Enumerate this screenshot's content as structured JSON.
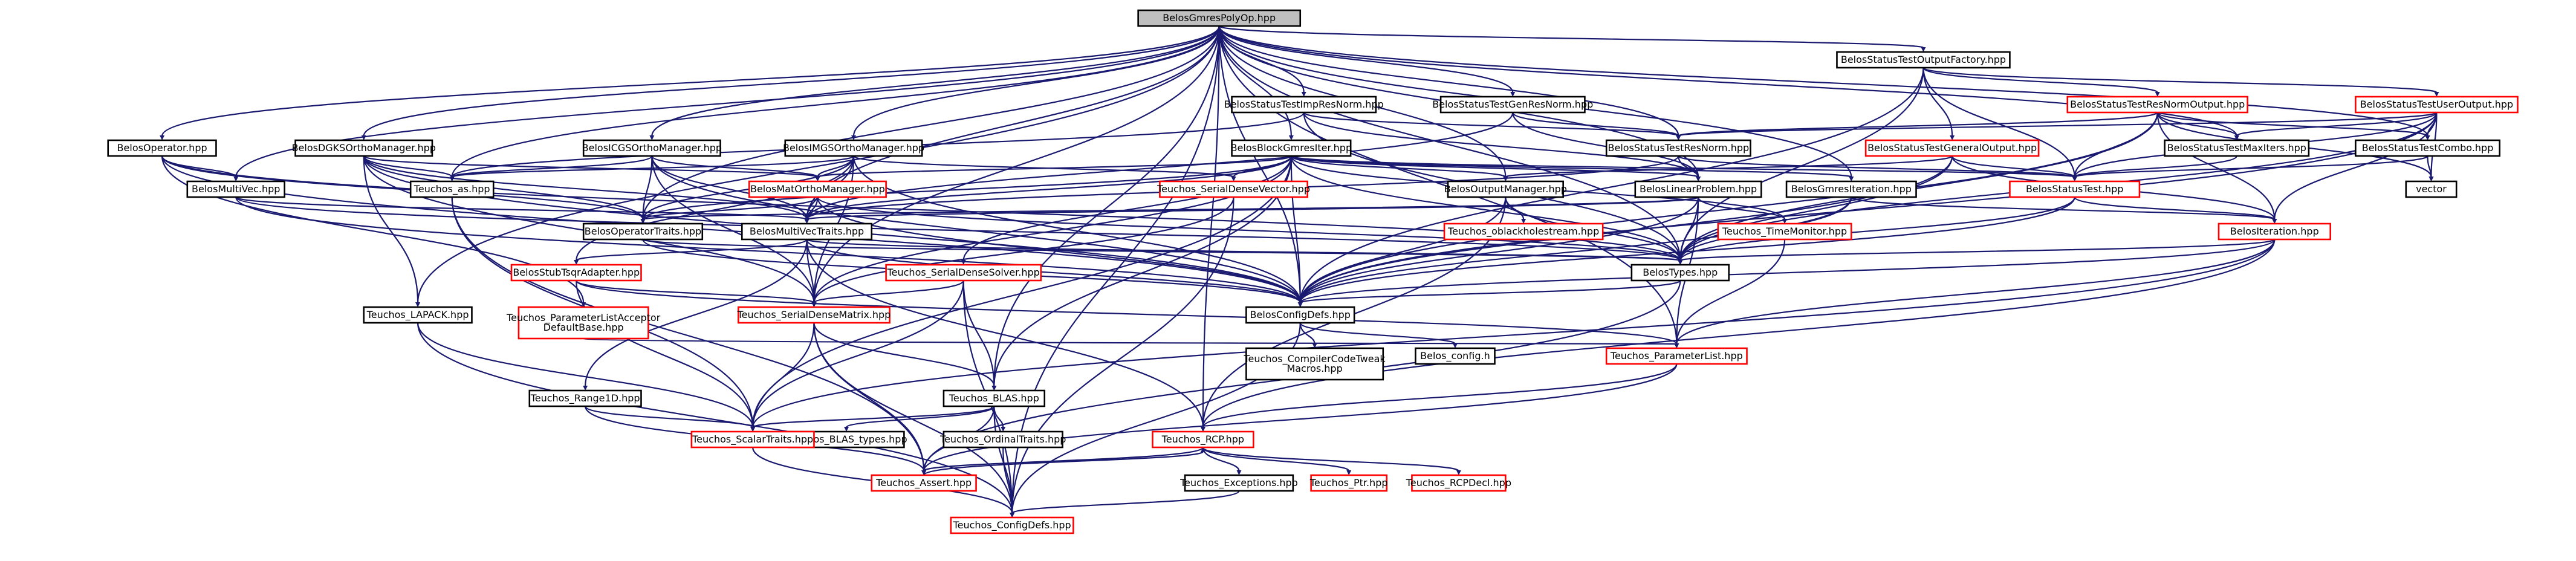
{
  "graph": {
    "colors": {
      "background": "#ffffff",
      "root_fill": "#bfbfbf",
      "node_fill": "#ffffff",
      "normal_border": "#000000",
      "incomplete_border": "#ff0000",
      "edge": "#191970",
      "text": "#000000"
    },
    "nodes": [
      {
        "id": "root",
        "label": [
          "BelosGmresPolyOp.hpp"
        ],
        "kind": "root"
      },
      {
        "id": "stof",
        "label": [
          "BelosStatusTestOutputFactory.hpp"
        ],
        "kind": "normal"
      },
      {
        "id": "stio",
        "label": [
          "BelosStatusTestImpResNorm.hpp"
        ],
        "kind": "normal"
      },
      {
        "id": "stgr",
        "label": [
          "BelosStatusTestGenResNorm.hpp"
        ],
        "kind": "normal"
      },
      {
        "id": "strno",
        "label": [
          "BelosStatusTestResNormOutput.hpp"
        ],
        "kind": "red"
      },
      {
        "id": "stuo",
        "label": [
          "BelosStatusTestUserOutput.hpp"
        ],
        "kind": "red"
      },
      {
        "id": "op",
        "label": [
          "BelosOperator.hpp"
        ],
        "kind": "normal"
      },
      {
        "id": "dgks",
        "label": [
          "BelosDGKSOrthoManager.hpp"
        ],
        "kind": "normal"
      },
      {
        "id": "cgs",
        "label": [
          "BelosICGSOrthoManager.hpp"
        ],
        "kind": "normal"
      },
      {
        "id": "imgs",
        "label": [
          "BelosIMGSOrthoManager.hpp"
        ],
        "kind": "normal"
      },
      {
        "id": "bgi",
        "label": [
          "BelosBlockGmresIter.hpp"
        ],
        "kind": "normal"
      },
      {
        "id": "strn",
        "label": [
          "BelosStatusTestResNorm.hpp"
        ],
        "kind": "normal"
      },
      {
        "id": "stgo",
        "label": [
          "BelosStatusTestGeneralOutput.hpp"
        ],
        "kind": "red"
      },
      {
        "id": "stm",
        "label": [
          "BelosStatusTestMaxIters.hpp"
        ],
        "kind": "normal"
      },
      {
        "id": "stc",
        "label": [
          "BelosStatusTestCombo.hpp"
        ],
        "kind": "normal"
      },
      {
        "id": "mv",
        "label": [
          "BelosMultiVec.hpp"
        ],
        "kind": "normal"
      },
      {
        "id": "as",
        "label": [
          "Teuchos_as.hpp"
        ],
        "kind": "normal"
      },
      {
        "id": "mom",
        "label": [
          "BelosMatOrthoManager.hpp"
        ],
        "kind": "red"
      },
      {
        "id": "sdv",
        "label": [
          "Teuchos_SerialDenseVector.hpp"
        ],
        "kind": "red"
      },
      {
        "id": "omgr",
        "label": [
          "BelosOutputManager.hpp"
        ],
        "kind": "normal"
      },
      {
        "id": "lp",
        "label": [
          "BelosLinearProblem.hpp"
        ],
        "kind": "normal"
      },
      {
        "id": "gi",
        "label": [
          "BelosGmresIteration.hpp"
        ],
        "kind": "normal"
      },
      {
        "id": "st",
        "label": [
          "BelosStatusTest.hpp"
        ],
        "kind": "red"
      },
      {
        "id": "vec",
        "label": [
          "vector"
        ],
        "kind": "plain"
      },
      {
        "id": "opt",
        "label": [
          "BelosOperatorTraits.hpp"
        ],
        "kind": "normal"
      },
      {
        "id": "mvt",
        "label": [
          "BelosMultiVecTraits.hpp"
        ],
        "kind": "normal"
      },
      {
        "id": "obs",
        "label": [
          "Teuchos_oblackholestream.hpp"
        ],
        "kind": "red"
      },
      {
        "id": "tm",
        "label": [
          "Teuchos_TimeMonitor.hpp"
        ],
        "kind": "red"
      },
      {
        "id": "it",
        "label": [
          "BelosIteration.hpp"
        ],
        "kind": "red"
      },
      {
        "id": "sta",
        "label": [
          "BelosStubTsqrAdapter.hpp"
        ],
        "kind": "red"
      },
      {
        "id": "sds",
        "label": [
          "Teuchos_SerialDenseSolver.hpp"
        ],
        "kind": "red"
      },
      {
        "id": "types",
        "label": [
          "BelosTypes.hpp"
        ],
        "kind": "normal"
      },
      {
        "id": "lapack",
        "label": [
          "Teuchos_LAPACK.hpp"
        ],
        "kind": "normal"
      },
      {
        "id": "plad",
        "label": [
          "Teuchos_ParameterListAcceptor",
          "DefaultBase.hpp"
        ],
        "kind": "red"
      },
      {
        "id": "sdm",
        "label": [
          "Teuchos_SerialDenseMatrix.hpp"
        ],
        "kind": "red"
      },
      {
        "id": "cfg",
        "label": [
          "BelosConfigDefs.hpp"
        ],
        "kind": "normal"
      },
      {
        "id": "ctm",
        "label": [
          "Teuchos_CompilerCodeTweak",
          "Macros.hpp"
        ],
        "kind": "plain"
      },
      {
        "id": "bcfg",
        "label": [
          "Belos_config.h"
        ],
        "kind": "plain"
      },
      {
        "id": "pl",
        "label": [
          "Teuchos_ParameterList.hpp"
        ],
        "kind": "red"
      },
      {
        "id": "r1d",
        "label": [
          "Teuchos_Range1D.hpp"
        ],
        "kind": "normal"
      },
      {
        "id": "blas",
        "label": [
          "Teuchos_BLAS.hpp"
        ],
        "kind": "normal"
      },
      {
        "id": "btypes",
        "label": [
          "Teuchos_BLAS_types.hpp"
        ],
        "kind": "normal"
      },
      {
        "id": "ot",
        "label": [
          "Teuchos_OrdinalTraits.hpp"
        ],
        "kind": "normal"
      },
      {
        "id": "sct",
        "label": [
          "Teuchos_ScalarTraits.hpp"
        ],
        "kind": "red"
      },
      {
        "id": "rcp",
        "label": [
          "Teuchos_RCP.hpp"
        ],
        "kind": "red"
      },
      {
        "id": "exc",
        "label": [
          "Teuchos_Exceptions.hpp"
        ],
        "kind": "normal"
      },
      {
        "id": "ptr",
        "label": [
          "Teuchos_Ptr.hpp"
        ],
        "kind": "red"
      },
      {
        "id": "rcpd",
        "label": [
          "Teuchos_RCPDecl.hpp"
        ],
        "kind": "red"
      },
      {
        "id": "assert",
        "label": [
          "Teuchos_Assert.hpp"
        ],
        "kind": "red"
      },
      {
        "id": "tcd",
        "label": [
          "Teuchos_ConfigDefs.hpp"
        ],
        "kind": "red"
      }
    ],
    "edges": [
      [
        "root",
        "stof"
      ],
      [
        "root",
        "stio"
      ],
      [
        "root",
        "stgr"
      ],
      [
        "root",
        "stm"
      ],
      [
        "root",
        "stc"
      ],
      [
        "root",
        "op"
      ],
      [
        "root",
        "dgks"
      ],
      [
        "root",
        "cgs"
      ],
      [
        "root",
        "imgs"
      ],
      [
        "root",
        "bgi"
      ],
      [
        "root",
        "strn"
      ],
      [
        "root",
        "mv"
      ],
      [
        "root",
        "as"
      ],
      [
        "root",
        "opt"
      ],
      [
        "root",
        "mvt"
      ],
      [
        "root",
        "lp"
      ],
      [
        "root",
        "gi"
      ],
      [
        "root",
        "types"
      ],
      [
        "root",
        "cfg"
      ],
      [
        "root",
        "lapack"
      ],
      [
        "root",
        "blas"
      ],
      [
        "root",
        "rcp"
      ],
      [
        "root",
        "sdm"
      ],
      [
        "root",
        "omgr"
      ],
      [
        "root",
        "pl"
      ],
      [
        "root",
        "tcd"
      ],
      [
        "stof",
        "strno"
      ],
      [
        "stof",
        "stuo"
      ],
      [
        "stof",
        "stgo"
      ],
      [
        "stof",
        "st"
      ],
      [
        "stof",
        "types"
      ],
      [
        "stof",
        "cfg"
      ],
      [
        "stio",
        "strn"
      ],
      [
        "stio",
        "as"
      ],
      [
        "stio",
        "types"
      ],
      [
        "stio",
        "lp"
      ],
      [
        "stgr",
        "strn"
      ],
      [
        "stgr",
        "lp"
      ],
      [
        "stgr",
        "mvt"
      ],
      [
        "strno",
        "strn"
      ],
      [
        "strno",
        "stm"
      ],
      [
        "strno",
        "stc"
      ],
      [
        "strno",
        "st"
      ],
      [
        "strno",
        "it"
      ],
      [
        "strno",
        "types"
      ],
      [
        "strno",
        "cfg"
      ],
      [
        "strno",
        "vec"
      ],
      [
        "stuo",
        "strn"
      ],
      [
        "stuo",
        "stm"
      ],
      [
        "stuo",
        "stc"
      ],
      [
        "stuo",
        "st"
      ],
      [
        "stuo",
        "it"
      ],
      [
        "stuo",
        "types"
      ],
      [
        "stuo",
        "cfg"
      ],
      [
        "stuo",
        "vec"
      ],
      [
        "op",
        "mv"
      ],
      [
        "op",
        "opt"
      ],
      [
        "op",
        "types"
      ],
      [
        "op",
        "cfg"
      ],
      [
        "op",
        "plad"
      ],
      [
        "dgks",
        "as"
      ],
      [
        "dgks",
        "mom"
      ],
      [
        "dgks",
        "opt"
      ],
      [
        "dgks",
        "mvt"
      ],
      [
        "dgks",
        "sdm"
      ],
      [
        "dgks",
        "lapack"
      ],
      [
        "dgks",
        "cfg"
      ],
      [
        "cgs",
        "as"
      ],
      [
        "cgs",
        "mom"
      ],
      [
        "cgs",
        "opt"
      ],
      [
        "cgs",
        "mvt"
      ],
      [
        "cgs",
        "sdm"
      ],
      [
        "cgs",
        "cfg"
      ],
      [
        "imgs",
        "as"
      ],
      [
        "imgs",
        "mom"
      ],
      [
        "imgs",
        "sdv"
      ],
      [
        "imgs",
        "opt"
      ],
      [
        "imgs",
        "mvt"
      ],
      [
        "imgs",
        "sdm"
      ],
      [
        "imgs",
        "sta"
      ],
      [
        "imgs",
        "cfg"
      ],
      [
        "bgi",
        "mom"
      ],
      [
        "bgi",
        "sdv"
      ],
      [
        "bgi",
        "omgr"
      ],
      [
        "bgi",
        "lp"
      ],
      [
        "bgi",
        "gi"
      ],
      [
        "bgi",
        "st"
      ],
      [
        "bgi",
        "opt"
      ],
      [
        "bgi",
        "mvt"
      ],
      [
        "bgi",
        "tm"
      ],
      [
        "bgi",
        "sds"
      ],
      [
        "bgi",
        "sdm"
      ],
      [
        "bgi",
        "blas"
      ],
      [
        "bgi",
        "types"
      ],
      [
        "bgi",
        "cfg"
      ],
      [
        "bgi",
        "sct"
      ],
      [
        "strn",
        "st"
      ],
      [
        "strn",
        "lp"
      ],
      [
        "strn",
        "mvt"
      ],
      [
        "stgo",
        "st"
      ],
      [
        "stgo",
        "it"
      ],
      [
        "stgo",
        "omgr"
      ],
      [
        "stgo",
        "types"
      ],
      [
        "stgo",
        "cfg"
      ],
      [
        "stm",
        "st"
      ],
      [
        "stc",
        "st"
      ],
      [
        "stc",
        "vec"
      ],
      [
        "mv",
        "mvt"
      ],
      [
        "mv",
        "types"
      ],
      [
        "mv",
        "cfg"
      ],
      [
        "as",
        "sct"
      ],
      [
        "as",
        "assert"
      ],
      [
        "mom",
        "opt"
      ],
      [
        "mom",
        "mvt"
      ],
      [
        "mom",
        "types"
      ],
      [
        "mom",
        "cfg"
      ],
      [
        "sdv",
        "sdm"
      ],
      [
        "sdv",
        "tcd"
      ],
      [
        "omgr",
        "obs"
      ],
      [
        "omgr",
        "types"
      ],
      [
        "omgr",
        "cfg"
      ],
      [
        "omgr",
        "rcp"
      ],
      [
        "lp",
        "mvt"
      ],
      [
        "lp",
        "opt"
      ],
      [
        "lp",
        "tm"
      ],
      [
        "lp",
        "types"
      ],
      [
        "lp",
        "cfg"
      ],
      [
        "lp",
        "pl"
      ],
      [
        "gi",
        "it"
      ],
      [
        "gi",
        "types"
      ],
      [
        "gi",
        "cfg"
      ],
      [
        "st",
        "it"
      ],
      [
        "st",
        "types"
      ],
      [
        "st",
        "cfg"
      ],
      [
        "opt",
        "types"
      ],
      [
        "opt",
        "cfg"
      ],
      [
        "mvt",
        "types"
      ],
      [
        "mvt",
        "cfg"
      ],
      [
        "mvt",
        "sta"
      ],
      [
        "mvt",
        "sdm"
      ],
      [
        "mvt",
        "r1d"
      ],
      [
        "mvt",
        "rcp"
      ],
      [
        "tm",
        "pl"
      ],
      [
        "it",
        "types"
      ],
      [
        "it",
        "cfg"
      ],
      [
        "it",
        "pl"
      ],
      [
        "it",
        "rcp"
      ],
      [
        "it",
        "sct"
      ],
      [
        "sta",
        "sdm"
      ],
      [
        "sta",
        "pl"
      ],
      [
        "sta",
        "sct"
      ],
      [
        "sds",
        "sdm"
      ],
      [
        "sds",
        "blas"
      ],
      [
        "sds",
        "sct"
      ],
      [
        "sds",
        "tcd"
      ],
      [
        "types",
        "cfg"
      ],
      [
        "types",
        "assert"
      ],
      [
        "lapack",
        "sct"
      ],
      [
        "lapack",
        "tcd"
      ],
      [
        "plad",
        "pl"
      ],
      [
        "sdm",
        "blas"
      ],
      [
        "sdm",
        "sct"
      ],
      [
        "sdm",
        "assert"
      ],
      [
        "sdm",
        "tcd"
      ],
      [
        "cfg",
        "ctm"
      ],
      [
        "cfg",
        "bcfg"
      ],
      [
        "cfg",
        "tcd"
      ],
      [
        "pl",
        "rcp"
      ],
      [
        "pl",
        "assert"
      ],
      [
        "r1d",
        "sct"
      ],
      [
        "r1d",
        "assert"
      ],
      [
        "blas",
        "btypes"
      ],
      [
        "blas",
        "ot"
      ],
      [
        "blas",
        "sct"
      ],
      [
        "blas",
        "assert"
      ],
      [
        "blas",
        "tcd"
      ],
      [
        "ot",
        "tcd"
      ],
      [
        "sct",
        "tcd"
      ],
      [
        "rcp",
        "ptr"
      ],
      [
        "rcp",
        "rcpd"
      ],
      [
        "rcp",
        "exc"
      ],
      [
        "rcp",
        "assert"
      ],
      [
        "exc",
        "tcd"
      ],
      [
        "assert",
        "rcp"
      ]
    ]
  }
}
